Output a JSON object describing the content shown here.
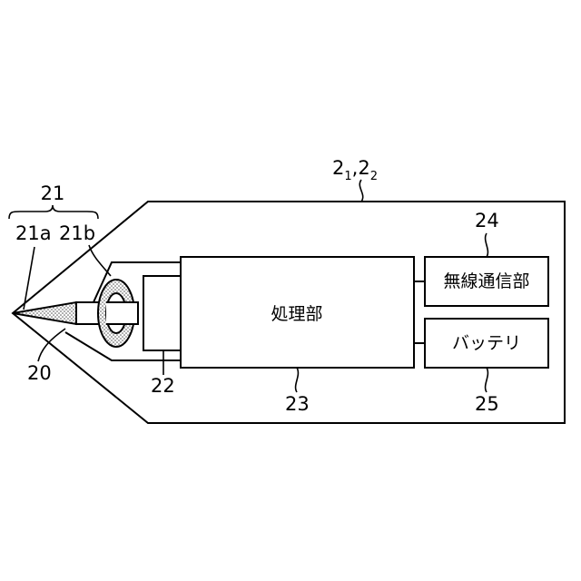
{
  "labels": {
    "pen": "2",
    "pen_sub1": "1",
    "pen_sep": ",2",
    "pen_sub2": "2",
    "tip_group": "21",
    "tip_a": "21a",
    "tip_b": "21b",
    "core": "20",
    "sensor": "22",
    "processor_num": "23",
    "wireless_num": "24",
    "battery_num": "25"
  },
  "blocks": {
    "processor": "処理部",
    "wireless": "無線通信部",
    "battery": "バッテリ"
  },
  "colors": {
    "line": "#000000",
    "background": "#ffffff"
  }
}
